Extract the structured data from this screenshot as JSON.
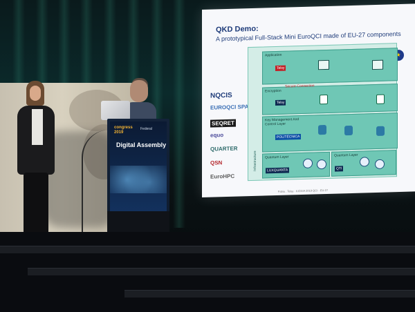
{
  "podium": {
    "brand_left": "congress\n2019",
    "brand_right": "Federal",
    "event": "Digital Assembly"
  },
  "laptop": {
    "logo": ""
  },
  "slide": {
    "title": "QKD Demo:",
    "subtitle": "A prototypical Full-Stack Mini EuroQCI made of EU-27 components",
    "eu_flag": "★",
    "logos": [
      "NQCIS",
      "EUROQCI SPAIN",
      "SEQRET",
      "equo",
      "QUARTER",
      "QSN",
      "EuroHPC"
    ],
    "layers": {
      "application": "Application",
      "encryption": "Encryption",
      "key_management": "Key Management And Control Layer",
      "quantum_left": "Quantum Layer",
      "quantum_right": "Quantum Layer"
    },
    "infrastructure_label": "Infrastructure",
    "secure_connection": "Secure Connection",
    "brand_telsy": "Telsy",
    "brand_politecnica": "POLITÉCNICA",
    "brand_luxquanta": "LUXQUANTA",
    "brand_qti": "QTI",
    "brand_small": "Telsy",
    "footnote": "Fabio . Telsy · KIOXIA 2019 QCI · EU-27"
  },
  "colors": {
    "slide_title": "#1f3c7a",
    "layer_green": "#6fc7b5",
    "secure_red": "#c21f24",
    "podium_blue": "#0e1b2e"
  }
}
